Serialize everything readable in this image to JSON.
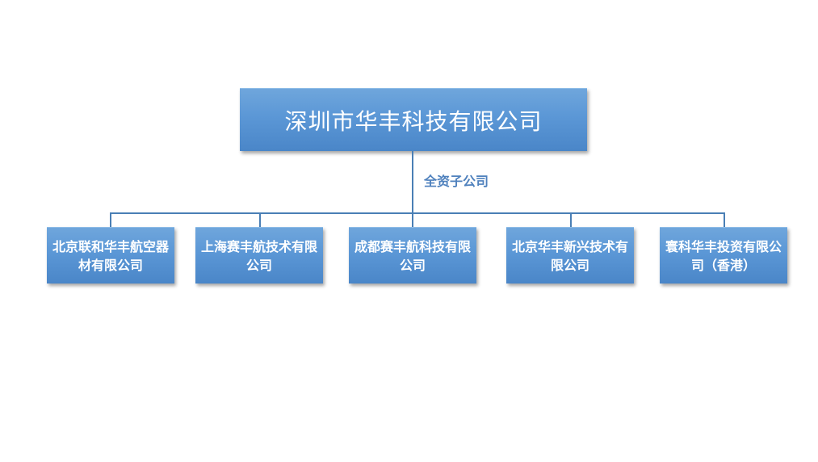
{
  "root": {
    "label": "深圳市华丰科技有限公司"
  },
  "relation_label": "全资子公司",
  "children": [
    {
      "label": "北京联和华丰航空器材有限公司"
    },
    {
      "label": "上海赛丰航技术有限公司"
    },
    {
      "label": "成都赛丰航科技有限公司"
    },
    {
      "label": "北京华丰新兴技术有限公司"
    },
    {
      "label": "寰科华丰投资有限公司（香港）"
    }
  ],
  "colors": {
    "box_fill": "#5b97d6",
    "box_text": "#ffffff",
    "connector": "#4a7fb5",
    "relation_text": "#4f81bd",
    "background": "#ffffff"
  }
}
